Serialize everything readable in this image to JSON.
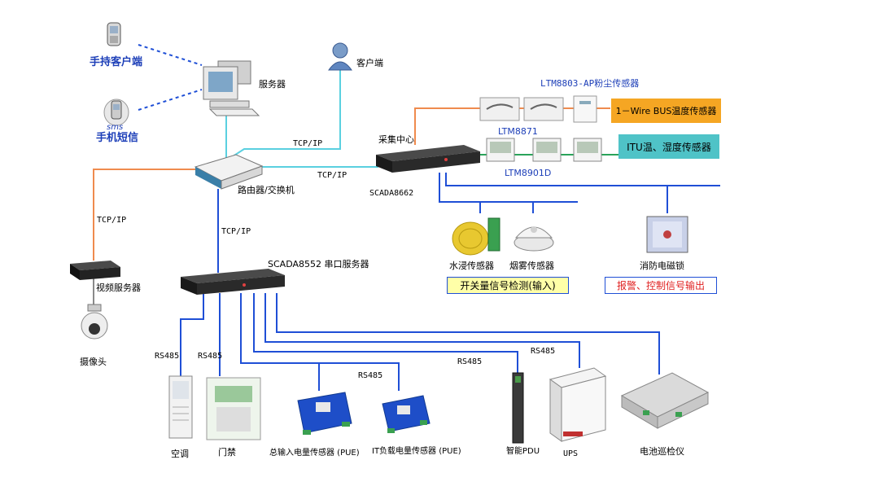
{
  "colors": {
    "blue_line": "#1f4fd6",
    "cyan_line": "#5ad0e0",
    "orange_line": "#ef8b4e",
    "dotted": "#1f4fd6",
    "onewire_box": "#f5a623",
    "itu_box": "#4fc3c7",
    "switch_box_bg": "#ffffa8",
    "switch_box_border": "#1f4fd6",
    "alarm_text": "#e02020",
    "alarm_border": "#1f4fd6"
  },
  "labels": {
    "handheld_client": "手持客户端",
    "sms": "手机短信",
    "sms_badge": "sms",
    "server": "服务器",
    "client": "客户端",
    "tcpip_1": "TCP/IP",
    "tcpip_2": "TCP/IP",
    "tcpip_3": "TCP/IP",
    "tcpip_4": "TCP/IP",
    "router": "路由器/交换机",
    "collector": "采集中心",
    "scada8662": "SCADA8662",
    "dust_sensor": "LTM8803-AP粉尘传感器",
    "onewire_box": "1－Wire BUS温度传感器",
    "ltm8871": "LTM8871",
    "itu_box": "ITU温、湿度传感器",
    "ltm8901d": "LTM8901D",
    "video_server": "视频服务器",
    "camera": "摄像头",
    "scada8552": "SCADA8552 串口服务器",
    "water_sensor": "水浸传感器",
    "smoke_sensor": "烟雾传感器",
    "switch_box": "开关量信号检测(输入)",
    "fire_lock": "消防电磁锁",
    "alarm_box": "报警、控制信号输出",
    "rs485_1": "RS485",
    "rs485_2": "RS485",
    "rs485_3": "RS485",
    "rs485_4": "RS485",
    "rs485_5": "RS485",
    "aircon": "空调",
    "access": "门禁",
    "total_power": "总输入电量传感器 (PUE)",
    "it_power": "IT负载电量传感器 (PUE)",
    "pdu": "智能PDU",
    "ups": "UPS",
    "battery": "电池巡检仪"
  }
}
